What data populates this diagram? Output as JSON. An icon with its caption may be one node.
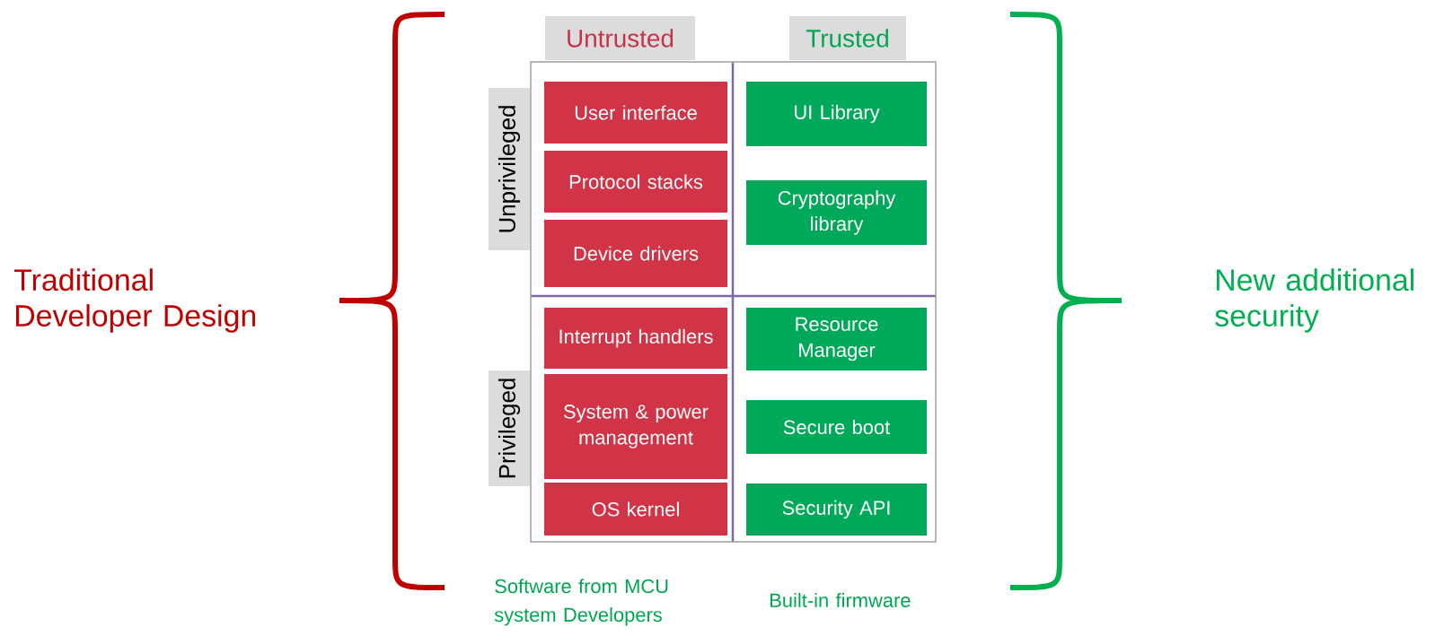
{
  "diagram": {
    "nodes": [
      {
        "text": [],
        "shape": "box"
      },
      {
        "text": [
          "Untrusted"
        ]
      },
      {
        "text": [
          "Trusted"
        ]
      },
      {
        "text": [
          "Unprivileged"
        ]
      },
      {
        "text": [
          "Privileged"
        ]
      },
      {
        "text": [
          "User interface"
        ],
        "in": 0
      },
      {
        "text": [
          "Protocol stacks"
        ],
        "in": 0
      },
      {
        "text": [
          "Device drivers"
        ],
        "in": 0
      },
      {
        "text": [
          "Interrupt handlers"
        ],
        "in": 0
      },
      {
        "text": [
          "System & power management"
        ],
        "in": 0
      },
      {
        "text": [
          "OS kernel"
        ],
        "in": 0
      },
      {
        "text": [
          "UI Library"
        ],
        "in": 0
      },
      {
        "text": [
          "Cryptography library"
        ],
        "in": 0
      },
      {
        "text": [
          "Resource Manager"
        ],
        "in": 0
      },
      {
        "text": [
          "Secure boot"
        ],
        "in": 0
      },
      {
        "text": [
          "Security API"
        ],
        "in": 0
      }
    ],
    "labels": [
      "Traditional Developer Design",
      "New additional security",
      "Software from MCU system Developers",
      "Built-in firmware"
    ]
  }
}
